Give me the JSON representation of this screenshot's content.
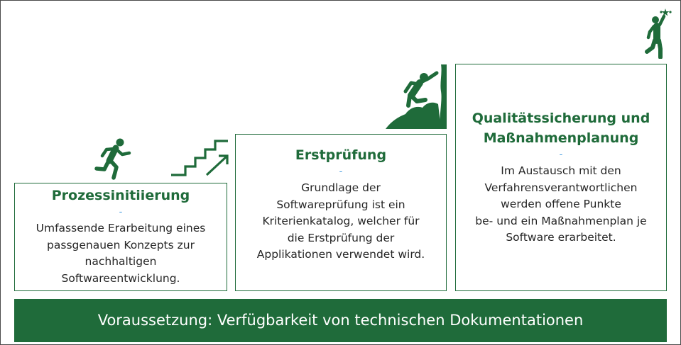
{
  "colors": {
    "accent": "#1f6b3a",
    "dash": "#4a9fe0",
    "text": "#262626",
    "bar_text": "#ffffff"
  },
  "icons": [
    "running-person-icon",
    "stairs-arrow-icon",
    "climbing-person-icon",
    "celebrating-person-icon"
  ],
  "steps": [
    {
      "title": "Prozessinitiierung",
      "separator": "-",
      "text": "Umfassende Erarbeitung eines\npassgenauen Konzepts zur\nnachhaltigen\nSoftwareentwicklung."
    },
    {
      "title": "Erstprüfung",
      "separator": "-",
      "text": "Grundlage der\nSoftwareprüfung ist ein\nKriterienkatalog, welcher für\ndie Erstprüfung der\nApplikationen verwendet wird."
    },
    {
      "title": "Qualitätssicherung und\nMaßnahmenplanung",
      "separator": "-",
      "text": "Im Austausch mit den\nVerfahrensverantwortlichen\nwerden offene Punkte\nbe- und ein Maßnahmenplan je\nSoftware erarbeitet."
    }
  ],
  "footer": {
    "text": "Voraussetzung: Verfügbarkeit von technischen Dokumentationen"
  }
}
